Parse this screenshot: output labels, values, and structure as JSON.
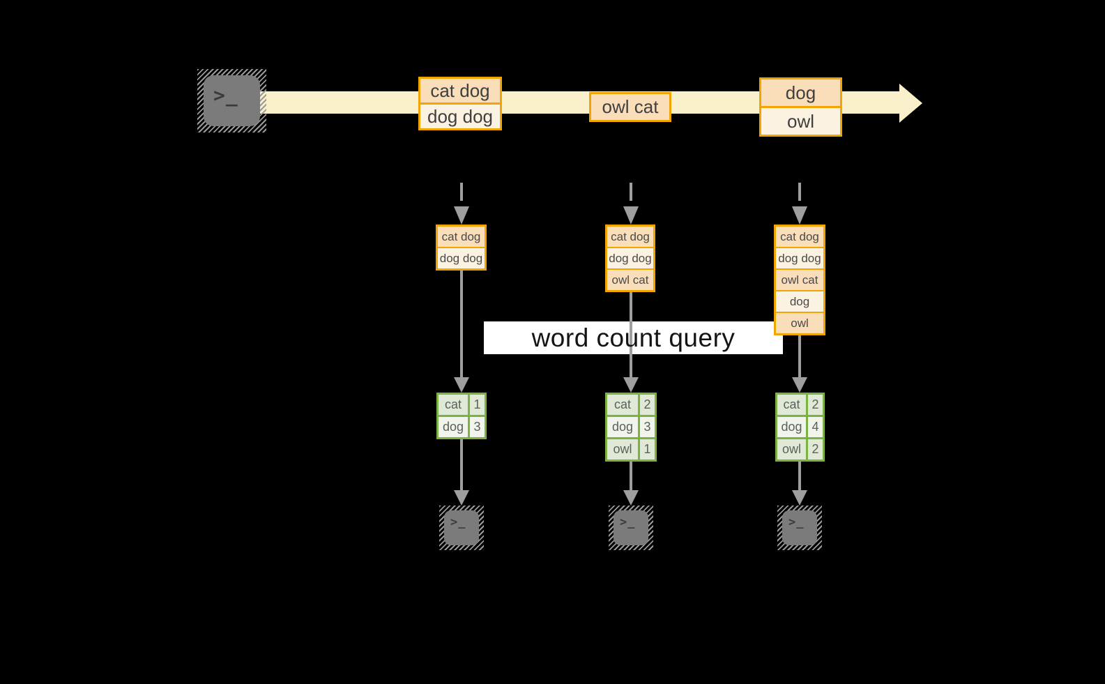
{
  "colors": {
    "background": "#000000",
    "stream_band": "#FBF0CC",
    "message_border": "#F0A502",
    "message_fill_dark": "#FADDB9",
    "message_fill_light": "#FCF2E2",
    "table_border": "#7CB144",
    "table_fill_dark": "#DFE9D5",
    "table_fill_light": "#F0F4EB",
    "arrow_gray": "#9E9E9E",
    "terminal_gray": "#7B7B7B",
    "query_box": "#FFFFFF",
    "text_dark": "#3F3F3F"
  },
  "stream": {
    "source_terminal": {
      "glyph": ">_"
    },
    "messages": [
      {
        "lines": [
          "cat dog",
          "dog dog"
        ]
      },
      {
        "lines": [
          "owl cat"
        ]
      },
      {
        "lines": [
          "dog",
          "owl"
        ]
      }
    ]
  },
  "query": {
    "label": "word count query"
  },
  "columns": [
    {
      "stack": {
        "lines": [
          "cat dog",
          "dog dog"
        ]
      },
      "table": {
        "rows": [
          {
            "word": "cat",
            "count": "1"
          },
          {
            "word": "dog",
            "count": "3"
          }
        ]
      },
      "terminal": {
        "glyph": ">_"
      }
    },
    {
      "stack": {
        "lines": [
          "cat dog",
          "dog dog",
          "owl cat"
        ]
      },
      "table": {
        "rows": [
          {
            "word": "cat",
            "count": "2"
          },
          {
            "word": "dog",
            "count": "3"
          },
          {
            "word": "owl",
            "count": "1"
          }
        ]
      },
      "terminal": {
        "glyph": ">_"
      }
    },
    {
      "stack": {
        "lines": [
          "cat dog",
          "dog dog",
          "owl cat",
          "dog",
          "owl"
        ]
      },
      "table": {
        "rows": [
          {
            "word": "cat",
            "count": "2"
          },
          {
            "word": "dog",
            "count": "4"
          },
          {
            "word": "owl",
            "count": "2"
          }
        ]
      },
      "terminal": {
        "glyph": ">_"
      }
    }
  ]
}
